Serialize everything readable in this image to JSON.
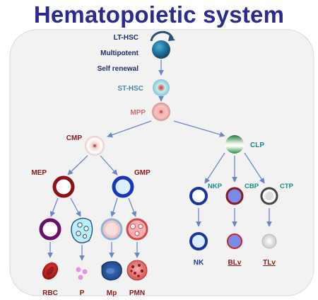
{
  "title": "Hematopoietic system",
  "colors": {
    "title": "#2b2a8f",
    "lt_labels": "#1f2f66",
    "st_hsc": "#4a8aa8",
    "mpp": "#d46a6a",
    "myeloid": "#8b1a1a",
    "lymphoid": "#1a8a8a",
    "arrow": "#6a86c8",
    "panel": "#f2f2f2"
  },
  "icons": {
    "rotation": "curved-arrow-icon",
    "cells": "cell-circle-icon"
  },
  "labels": {
    "lt_hsc": "LT-HSC",
    "multipotent": "Multipotent",
    "self_renewal": "Self renewal",
    "st_hsc": "ST-HSC",
    "mpp": "MPP",
    "cmp": "CMP",
    "clp": "CLP",
    "mep": "MEP",
    "gmp": "GMP",
    "nkp": "NKP",
    "cbp": "CBP",
    "ctp": "CTP",
    "rbc": "RBC",
    "p": "P",
    "mp": "Mp",
    "pmn": "PMN",
    "nk": "NK",
    "blv": "BLv",
    "tlv": "TLv"
  }
}
